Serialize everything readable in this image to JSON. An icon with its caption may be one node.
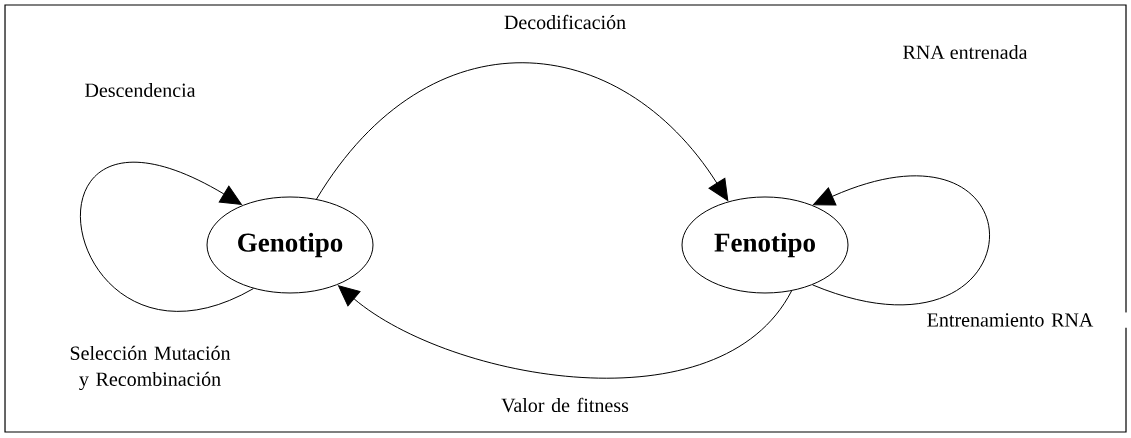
{
  "diagram": {
    "nodes": [
      {
        "text": [
          "Genotipo"
        ]
      },
      {
        "text": [
          "Fenotipo"
        ]
      }
    ],
    "edges": [
      {
        "from": 0,
        "to": 0,
        "arrow": "to",
        "label": "Selección Mutación y Recombinación"
      },
      {
        "from": 0,
        "to": 1,
        "arrow": "to",
        "label": "Decodificación"
      },
      {
        "from": 1,
        "to": 1,
        "arrow": "to",
        "label": "Entrenamiento RNA"
      },
      {
        "from": 1,
        "to": 0,
        "arrow": "to",
        "label": "Valor de fitness"
      }
    ],
    "labels": [
      "Descendencia",
      "RNA entrenada"
    ]
  }
}
